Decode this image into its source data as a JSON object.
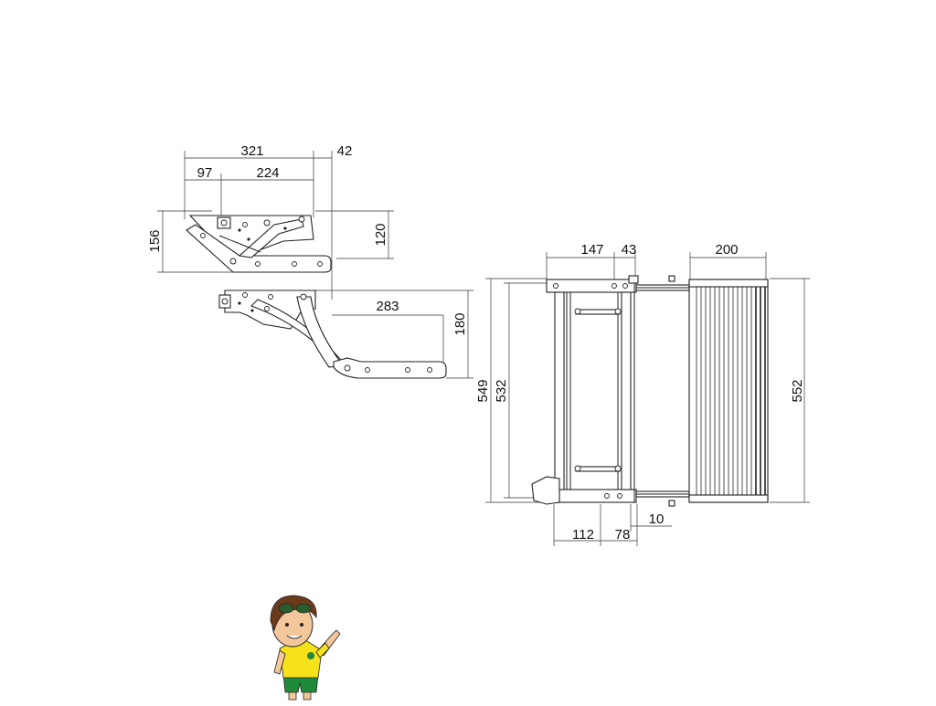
{
  "dims": {
    "d321": "321",
    "d42": "42",
    "d97": "97",
    "d224": "224",
    "d156": "156",
    "d120": "120",
    "d283": "283",
    "d180": "180",
    "d147": "147",
    "d43": "43",
    "d200": "200",
    "d549": "549",
    "d532": "532",
    "d552": "552",
    "d112": "112",
    "d78": "78",
    "d10": "10"
  },
  "colors": {
    "line": "#222222",
    "shirt": "#f7e21a",
    "shorts": "#1e8a3a",
    "hair": "#6b3a1a",
    "skin": "#f3c79a"
  },
  "icons": {
    "mascot": "boy-mascot-icon"
  }
}
